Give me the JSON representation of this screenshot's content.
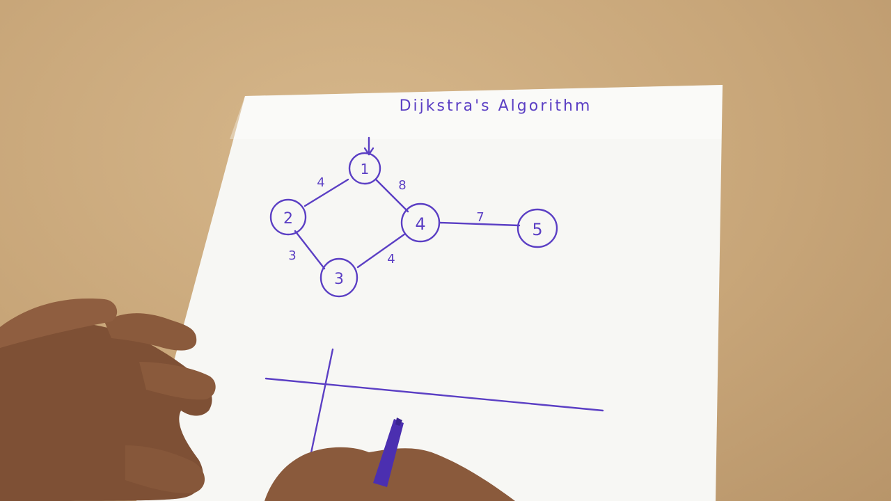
{
  "title": "Dijkstra's Algorithm",
  "graph": {
    "nodes": [
      {
        "id": "1",
        "label": "1"
      },
      {
        "id": "2",
        "label": "2"
      },
      {
        "id": "3",
        "label": "3"
      },
      {
        "id": "4",
        "label": "4"
      },
      {
        "id": "5",
        "label": "5"
      }
    ],
    "edges": [
      {
        "from": "1",
        "to": "2",
        "weight": "4"
      },
      {
        "from": "1",
        "to": "4",
        "weight": "8"
      },
      {
        "from": "2",
        "to": "3",
        "weight": "3"
      },
      {
        "from": "3",
        "to": "4",
        "weight": "4"
      },
      {
        "from": "4",
        "to": "5",
        "weight": "7"
      }
    ],
    "start_node": "1"
  },
  "colors": {
    "ink": "#5b3fc4",
    "paper": "#f7f7f4",
    "table_surface": "#c9a77a",
    "skin": "#8a5a3c"
  }
}
